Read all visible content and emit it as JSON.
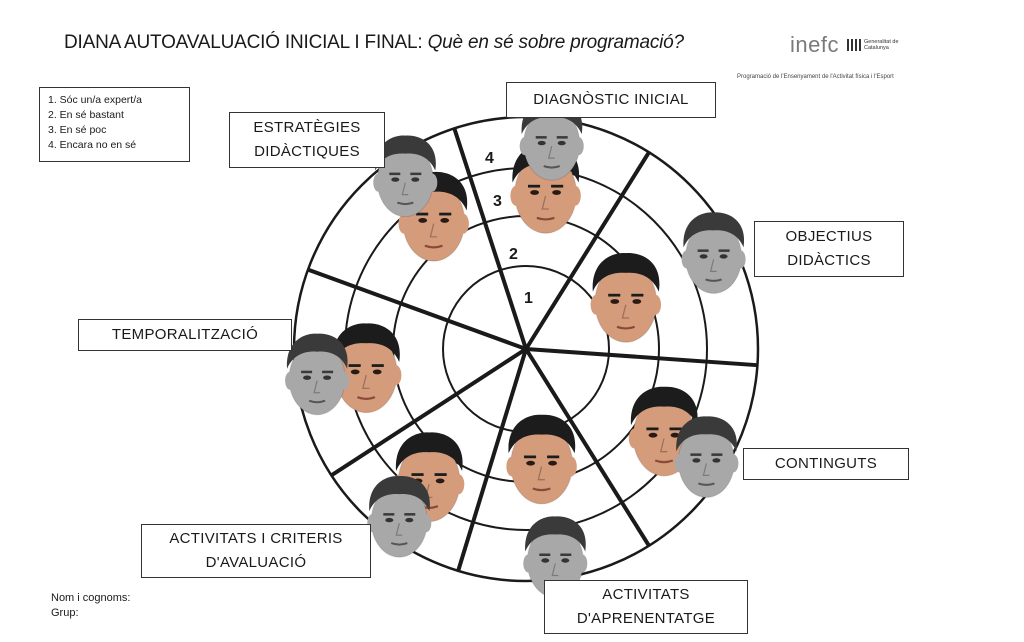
{
  "header": {
    "title_main": "DIANA AUTOAVALUACIÓ INICIAL I FINAL:",
    "title_question": "Què en sé sobre programació?",
    "logo_text": "inefc",
    "logo_gen": "Generalitat de Catalunya",
    "subtitle": "Programació de l'Ensenyament de l'Activitat física i l'Esport"
  },
  "legend": {
    "items": [
      "1. Sóc un/a expert/a",
      "2. En sé bastant",
      "3. En sé poc",
      "4. Encara no en sé"
    ]
  },
  "ring_numbers": [
    "1",
    "2",
    "3",
    "4"
  ],
  "categories": {
    "diagnostic": {
      "line1": "DIAGNÒSTIC INICIAL",
      "line2": ""
    },
    "objectius": {
      "line1": "OBJECTIUS",
      "line2": "DIDÀCTICS"
    },
    "continguts": {
      "line1": "CONTINGUTS",
      "line2": ""
    },
    "activitats_aprenentatge": {
      "line1": "ACTIVITATS",
      "line2": "D'APRENENTATGE"
    },
    "activitats_criteris": {
      "line1": "ACTIVITATS I CRITERIS",
      "line2": "D'AVALUACIÓ"
    },
    "temporalitzacio": {
      "line1": "TEMPORALITZACIÓ",
      "line2": ""
    },
    "estrategies": {
      "line1": "ESTRATÈGIES",
      "line2": "DIDÀCTIQUES"
    }
  },
  "footer": {
    "name_label": "Nom i cognoms:",
    "group_label": "Grup:"
  },
  "colors": {
    "ink": "#1a1a1a",
    "face_color": "#d59c7c",
    "face_gray": "#a8a8a8",
    "hair": "#1c1c1c"
  },
  "face_marks": [
    {
      "category": "diagnostic",
      "ring": 3,
      "tone": "color"
    },
    {
      "category": "diagnostic",
      "ring": 4,
      "tone": "gray"
    },
    {
      "category": "objectius",
      "ring": 2,
      "tone": "color"
    },
    {
      "category": "objectius",
      "ring": 4,
      "tone": "gray"
    },
    {
      "category": "continguts",
      "ring": 3,
      "tone": "color"
    },
    {
      "category": "continguts",
      "ring": 4,
      "tone": "gray"
    },
    {
      "category": "activitats_aprenentatge",
      "ring": 2,
      "tone": "color"
    },
    {
      "category": "activitats_aprenentatge",
      "ring": 4,
      "tone": "gray"
    },
    {
      "category": "activitats_criteris",
      "ring": 3,
      "tone": "color"
    },
    {
      "category": "activitats_criteris",
      "ring": 4,
      "tone": "gray"
    },
    {
      "category": "temporalitzacio",
      "ring": 3,
      "tone": "color"
    },
    {
      "category": "temporalitzacio",
      "ring": 4,
      "tone": "gray"
    },
    {
      "category": "estrategies",
      "ring": 3,
      "tone": "color"
    },
    {
      "category": "estrategies",
      "ring": 4,
      "tone": "gray"
    }
  ]
}
